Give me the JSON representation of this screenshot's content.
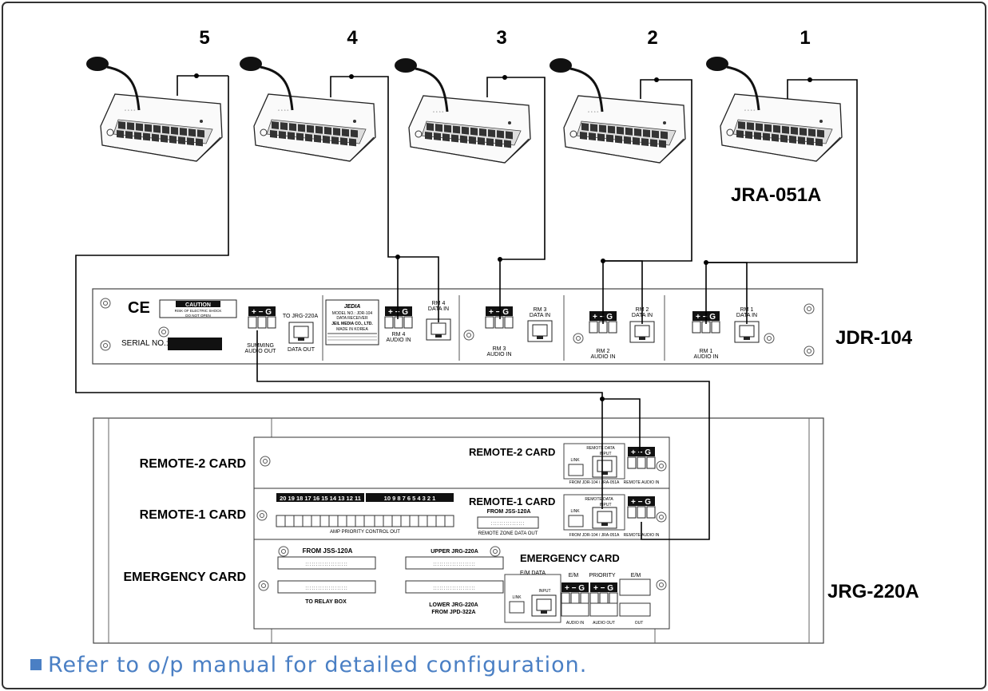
{
  "numbers": [
    "5",
    "4",
    "3",
    "2",
    "1"
  ],
  "devices": {
    "mic": "JRA-051A",
    "receiver": "JDR-104",
    "generator": "JRG-220A"
  },
  "jdr": {
    "caution": "CAUTION",
    "caution_sub1": "RISK OF ELECTRIC SHOCK",
    "caution_sub2": "DO NOT OPEN",
    "serial": "SERIAL NO.:",
    "summing": "SUMMING",
    "audio_out": "AUDIO OUT",
    "to_jrg": "TO JRG-220A",
    "data_out": "DATA OUT",
    "label_brand": "JEDIA",
    "label_model": "MODEL NO.: JDR-104",
    "label_desc": "DATA RECEIVER",
    "label_company": "JEIL MEDIA CO., LTD.",
    "label_made": "MADE IN KOREA",
    "rm4_audio": "RM 4",
    "rm3_audio": "RM 3",
    "rm2_audio": "RM 2",
    "rm1_audio": "RM 1",
    "audio_in": "AUDIO IN",
    "rm4_data": "RM 4",
    "rm3_data": "RM 3",
    "rm2_data": "RM 2",
    "rm1_data": "RM 1",
    "data_in": "DATA IN",
    "pmg": "+  −  G"
  },
  "jrg": {
    "remote2_side": "REMOTE-2 CARD",
    "remote1_side": "REMOTE-1 CARD",
    "emergency_side": "EMERGENCY CARD",
    "remote2_title": "REMOTE-2 CARD",
    "remote1_title": "REMOTE-1 CARD",
    "from_jss_r1": "FROM JSS-120A",
    "emergency_title": "EMERGENCY CARD",
    "remote_data": "REMOTE DATA",
    "input": "INPUT",
    "link": "LINK",
    "from_jdr": "FROM JDR-104 / JRA-051A",
    "remote_audio_in": "REMOTE AUDIO IN",
    "channels_a": "20 19 18 17 16 15 14 13 12 11",
    "channels_b": "10  9  8  7  6  5  4  3  2  1",
    "amp_priority": "AMP PRIORITY CONTROL OUT",
    "remote_zone": "REMOTE ZONE DATA OUT",
    "from_jss": "FROM JSS-120A",
    "to_relay": "TO RELAY BOX",
    "upper_jrg": "UPPER JRG-220A",
    "lower_jrg": "LOWER JRG-220A",
    "from_jpd": "FROM JPD-322A",
    "em_data": "E/M DATA",
    "em": "E/M",
    "priority": "PRIORITY",
    "audio_in": "AUDIO IN",
    "audio_out": "AUDIO OUT",
    "out": "OUT"
  },
  "note": "Refer to o/p manual for detailed configuration."
}
